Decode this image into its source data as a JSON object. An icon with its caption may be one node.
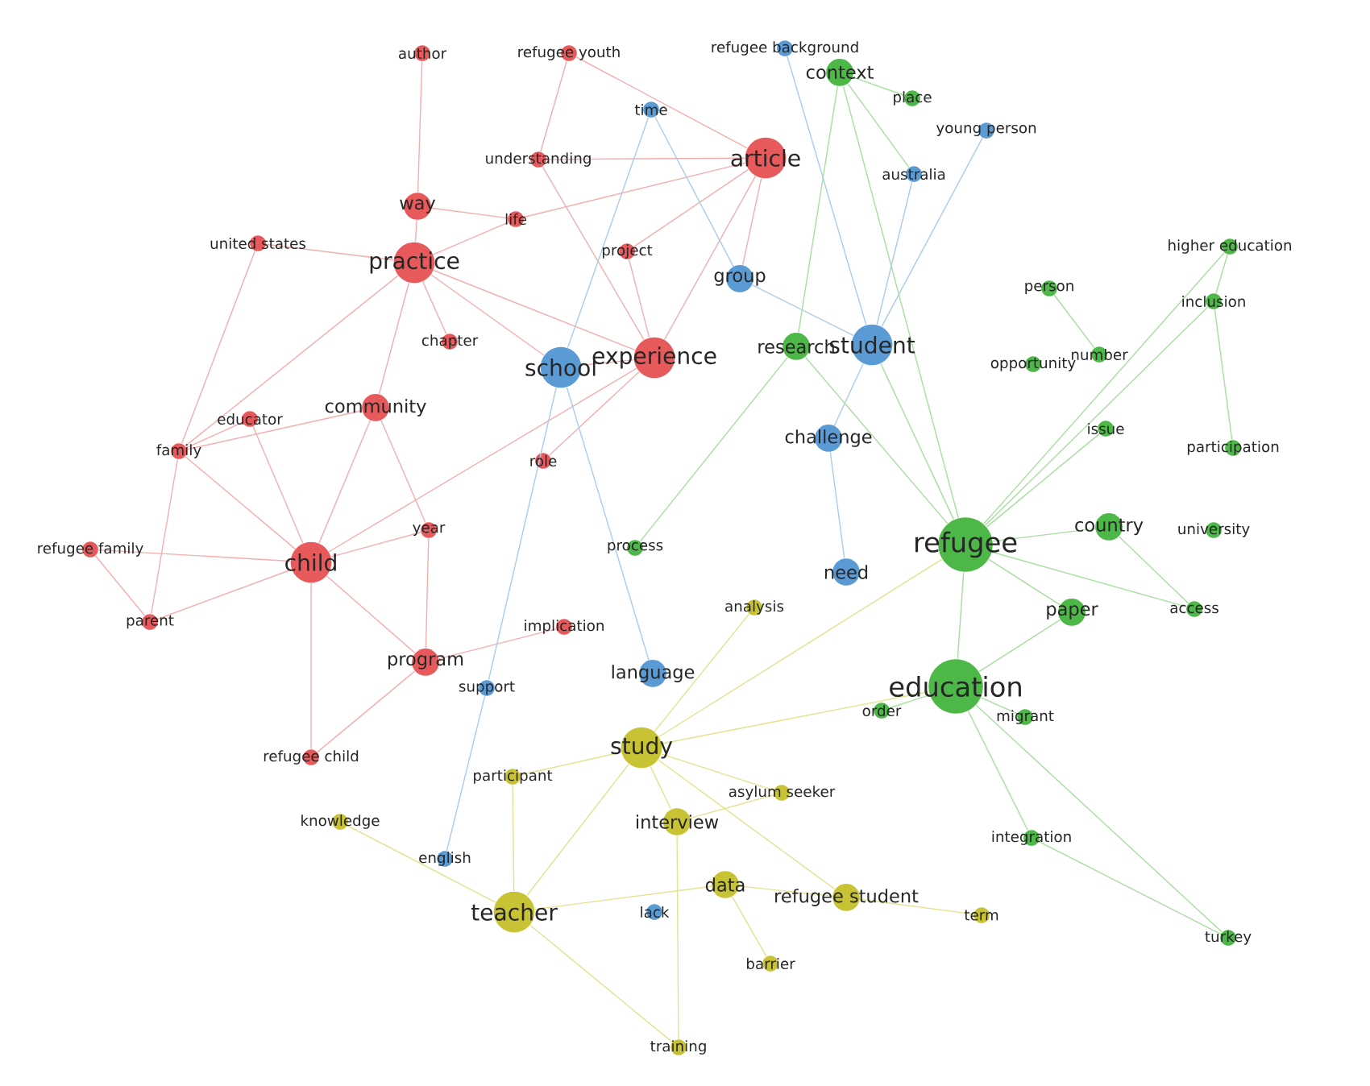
{
  "diagram": {
    "nodes": [
      {
        "text": [
          "author"
        ]
      },
      {
        "text": [
          "refugee youth"
        ]
      },
      {
        "text": [
          "refugee background"
        ]
      },
      {
        "text": [
          "context"
        ]
      },
      {
        "text": [
          "place"
        ]
      },
      {
        "text": [
          "time"
        ]
      },
      {
        "text": [
          "young person"
        ]
      },
      {
        "text": [
          "understanding"
        ]
      },
      {
        "text": [
          "article"
        ]
      },
      {
        "text": [
          "australia"
        ]
      },
      {
        "text": [
          "way"
        ]
      },
      {
        "text": [
          "life"
        ]
      },
      {
        "text": [
          "united states"
        ]
      },
      {
        "text": [
          "project"
        ]
      },
      {
        "text": [
          "higher education"
        ]
      },
      {
        "text": [
          "practice"
        ]
      },
      {
        "text": [
          "group"
        ]
      },
      {
        "text": [
          "person"
        ]
      },
      {
        "text": [
          "inclusion"
        ]
      },
      {
        "text": [
          "chapter"
        ]
      },
      {
        "text": [
          "research"
        ]
      },
      {
        "text": [
          "student"
        ]
      },
      {
        "text": [
          "number"
        ]
      },
      {
        "text": [
          "opportunity"
        ]
      },
      {
        "text": [
          "school"
        ]
      },
      {
        "text": [
          "experience"
        ]
      },
      {
        "text": [
          "community"
        ]
      },
      {
        "text": [
          "educator"
        ]
      },
      {
        "text": [
          "issue"
        ]
      },
      {
        "text": [
          "challenge"
        ]
      },
      {
        "text": [
          "participation"
        ]
      },
      {
        "text": [
          "family"
        ]
      },
      {
        "text": [
          "role"
        ]
      },
      {
        "text": [
          "year"
        ]
      },
      {
        "text": [
          "country"
        ]
      },
      {
        "text": [
          "university"
        ]
      },
      {
        "text": [
          "refugee family"
        ]
      },
      {
        "text": [
          "process"
        ]
      },
      {
        "text": [
          "refugee"
        ]
      },
      {
        "text": [
          "child"
        ]
      },
      {
        "text": [
          "need"
        ]
      },
      {
        "text": [
          "paper"
        ]
      },
      {
        "text": [
          "analysis"
        ]
      },
      {
        "text": [
          "access"
        ]
      },
      {
        "text": [
          "parent"
        ]
      },
      {
        "text": [
          "implication"
        ]
      },
      {
        "text": [
          "program"
        ]
      },
      {
        "text": [
          "language"
        ]
      },
      {
        "text": [
          "support"
        ]
      },
      {
        "text": [
          "education"
        ]
      },
      {
        "text": [
          "order"
        ]
      },
      {
        "text": [
          "migrant"
        ]
      },
      {
        "text": [
          "study"
        ]
      },
      {
        "text": [
          "refugee child"
        ]
      },
      {
        "text": [
          "participant"
        ]
      },
      {
        "text": [
          "asylum seeker"
        ]
      },
      {
        "text": [
          "knowledge"
        ]
      },
      {
        "text": [
          "interview"
        ]
      },
      {
        "text": [
          "integration"
        ]
      },
      {
        "text": [
          "english"
        ]
      },
      {
        "text": [
          "data"
        ]
      },
      {
        "text": [
          "refugee student"
        ]
      },
      {
        "text": [
          "teacher"
        ]
      },
      {
        "text": [
          "lack"
        ]
      },
      {
        "text": [
          "term"
        ]
      },
      {
        "text": [
          "turkey"
        ]
      },
      {
        "text": [
          "barrier"
        ]
      },
      {
        "text": [
          "training"
        ]
      }
    ],
    "edges": [
      {
        "from": 15,
        "to": 25,
        "arrow": "none",
        "color": "#f4aeae"
      },
      {
        "from": 15,
        "to": 10,
        "arrow": "none",
        "color": "#f4aeae"
      },
      {
        "from": 15,
        "to": 26,
        "arrow": "none",
        "color": "#f4aeae"
      },
      {
        "from": 15,
        "to": 31,
        "arrow": "none",
        "color": "#f4aeae"
      },
      {
        "from": 15,
        "to": 12,
        "arrow": "none",
        "color": "#f4aeae"
      },
      {
        "from": 15,
        "to": 11,
        "arrow": "none",
        "color": "#f4aeae"
      },
      {
        "from": 15,
        "to": 19,
        "arrow": "none",
        "color": "#f4aeae"
      },
      {
        "from": 15,
        "to": 24,
        "arrow": "none",
        "color": "#f4aeae"
      },
      {
        "from": 39,
        "to": 31,
        "arrow": "none",
        "color": "#f4aeae"
      },
      {
        "from": 39,
        "to": 44,
        "arrow": "none",
        "color": "#f4aeae"
      },
      {
        "from": 39,
        "to": 36,
        "arrow": "none",
        "color": "#f4aeae"
      },
      {
        "from": 39,
        "to": 53,
        "arrow": "none",
        "color": "#f4aeae"
      },
      {
        "from": 39,
        "to": 26,
        "arrow": "none",
        "color": "#f4aeae"
      },
      {
        "from": 39,
        "to": 46,
        "arrow": "none",
        "color": "#f4aeae"
      },
      {
        "from": 39,
        "to": 33,
        "arrow": "none",
        "color": "#f4aeae"
      },
      {
        "from": 39,
        "to": 25,
        "arrow": "none",
        "color": "#f4aeae"
      },
      {
        "from": 39,
        "to": 27,
        "arrow": "none",
        "color": "#f4aeae"
      },
      {
        "from": 25,
        "to": 8,
        "arrow": "none",
        "color": "#f4aeae"
      },
      {
        "from": 25,
        "to": 24,
        "arrow": "none",
        "color": "#f4aeae"
      },
      {
        "from": 25,
        "to": 32,
        "arrow": "none",
        "color": "#f4aeae"
      },
      {
        "from": 25,
        "to": 13,
        "arrow": "none",
        "color": "#f4aeae"
      },
      {
        "from": 25,
        "to": 7,
        "arrow": "none",
        "color": "#f4aeae"
      },
      {
        "from": 8,
        "to": 1,
        "arrow": "none",
        "color": "#f4aeae"
      },
      {
        "from": 8,
        "to": 7,
        "arrow": "none",
        "color": "#f4aeae"
      },
      {
        "from": 8,
        "to": 11,
        "arrow": "none",
        "color": "#f4aeae"
      },
      {
        "from": 8,
        "to": 16,
        "arrow": "none",
        "color": "#f4aeae"
      },
      {
        "from": 8,
        "to": 13,
        "arrow": "none",
        "color": "#f4aeae"
      },
      {
        "from": 26,
        "to": 31,
        "arrow": "none",
        "color": "#f4aeae"
      },
      {
        "from": 26,
        "to": 33,
        "arrow": "none",
        "color": "#f4aeae"
      },
      {
        "from": 46,
        "to": 53,
        "arrow": "none",
        "color": "#f4aeae"
      },
      {
        "from": 46,
        "to": 33,
        "arrow": "none",
        "color": "#f4aeae"
      },
      {
        "from": 46,
        "to": 45,
        "arrow": "none",
        "color": "#f4aeae"
      },
      {
        "from": 44,
        "to": 31,
        "arrow": "none",
        "color": "#f4aeae"
      },
      {
        "from": 44,
        "to": 36,
        "arrow": "none",
        "color": "#f4aeae"
      },
      {
        "from": 10,
        "to": 0,
        "arrow": "none",
        "color": "#f4aeae"
      },
      {
        "from": 10,
        "to": 11,
        "arrow": "none",
        "color": "#f4aeae"
      },
      {
        "from": 1,
        "to": 7,
        "arrow": "none",
        "color": "#f4aeae"
      },
      {
        "from": 12,
        "to": 31,
        "arrow": "none",
        "color": "#f4aeae"
      },
      {
        "from": 27,
        "to": 31,
        "arrow": "none",
        "color": "#f4aeae"
      },
      {
        "from": 21,
        "to": 16,
        "arrow": "none",
        "color": "#abcbec"
      },
      {
        "from": 21,
        "to": 29,
        "arrow": "none",
        "color": "#abcbec"
      },
      {
        "from": 21,
        "to": 2,
        "arrow": "none",
        "color": "#abcbec"
      },
      {
        "from": 21,
        "to": 9,
        "arrow": "none",
        "color": "#abcbec"
      },
      {
        "from": 21,
        "to": 6,
        "arrow": "none",
        "color": "#abcbec"
      },
      {
        "from": 24,
        "to": 47,
        "arrow": "none",
        "color": "#abcbec"
      },
      {
        "from": 24,
        "to": 48,
        "arrow": "none",
        "color": "#abcbec"
      },
      {
        "from": 24,
        "to": 5,
        "arrow": "none",
        "color": "#abcbec"
      },
      {
        "from": 16,
        "to": 5,
        "arrow": "none",
        "color": "#abcbec"
      },
      {
        "from": 40,
        "to": 29,
        "arrow": "none",
        "color": "#abcbec"
      },
      {
        "from": 48,
        "to": 59,
        "arrow": "none",
        "color": "#abcbec"
      },
      {
        "from": 38,
        "to": 49,
        "arrow": "none",
        "color": "#a8dea0"
      },
      {
        "from": 38,
        "to": 21,
        "arrow": "none",
        "color": "#a8dea0"
      },
      {
        "from": 38,
        "to": 34,
        "arrow": "none",
        "color": "#a8dea0"
      },
      {
        "from": 38,
        "to": 41,
        "arrow": "none",
        "color": "#a8dea0"
      },
      {
        "from": 38,
        "to": 28,
        "arrow": "none",
        "color": "#a8dea0"
      },
      {
        "from": 38,
        "to": 20,
        "arrow": "none",
        "color": "#a8dea0"
      },
      {
        "from": 38,
        "to": 3,
        "arrow": "none",
        "color": "#a8dea0"
      },
      {
        "from": 38,
        "to": 14,
        "arrow": "none",
        "color": "#a8dea0"
      },
      {
        "from": 38,
        "to": 18,
        "arrow": "none",
        "color": "#a8dea0"
      },
      {
        "from": 38,
        "to": 43,
        "arrow": "none",
        "color": "#a8dea0"
      },
      {
        "from": 49,
        "to": 58,
        "arrow": "none",
        "color": "#a8dea0"
      },
      {
        "from": 49,
        "to": 51,
        "arrow": "none",
        "color": "#a8dea0"
      },
      {
        "from": 49,
        "to": 65,
        "arrow": "none",
        "color": "#a8dea0"
      },
      {
        "from": 49,
        "to": 41,
        "arrow": "none",
        "color": "#a8dea0"
      },
      {
        "from": 49,
        "to": 50,
        "arrow": "none",
        "color": "#a8dea0"
      },
      {
        "from": 3,
        "to": 4,
        "arrow": "none",
        "color": "#a8dea0"
      },
      {
        "from": 3,
        "to": 20,
        "arrow": "none",
        "color": "#a8dea0"
      },
      {
        "from": 3,
        "to": 9,
        "arrow": "none",
        "color": "#a8dea0"
      },
      {
        "from": 14,
        "to": 18,
        "arrow": "none",
        "color": "#a8dea0"
      },
      {
        "from": 18,
        "to": 30,
        "arrow": "none",
        "color": "#a8dea0"
      },
      {
        "from": 22,
        "to": 17,
        "arrow": "none",
        "color": "#a8dea0"
      },
      {
        "from": 34,
        "to": 43,
        "arrow": "none",
        "color": "#a8dea0"
      },
      {
        "from": 58,
        "to": 65,
        "arrow": "none",
        "color": "#a8dea0"
      },
      {
        "from": 37,
        "to": 20,
        "arrow": "none",
        "color": "#a8dea0"
      },
      {
        "from": 52,
        "to": 62,
        "arrow": "none",
        "color": "#e4e18f"
      },
      {
        "from": 52,
        "to": 57,
        "arrow": "none",
        "color": "#e4e18f"
      },
      {
        "from": 52,
        "to": 61,
        "arrow": "none",
        "color": "#e4e18f"
      },
      {
        "from": 52,
        "to": 54,
        "arrow": "none",
        "color": "#e4e18f"
      },
      {
        "from": 52,
        "to": 42,
        "arrow": "none",
        "color": "#e4e18f"
      },
      {
        "from": 52,
        "to": 55,
        "arrow": "none",
        "color": "#e4e18f"
      },
      {
        "from": 62,
        "to": 67,
        "arrow": "none",
        "color": "#e4e18f"
      },
      {
        "from": 62,
        "to": 56,
        "arrow": "none",
        "color": "#e4e18f"
      },
      {
        "from": 62,
        "to": 54,
        "arrow": "none",
        "color": "#e4e18f"
      },
      {
        "from": 60,
        "to": 66,
        "arrow": "none",
        "color": "#e4e18f"
      },
      {
        "from": 60,
        "to": 61,
        "arrow": "none",
        "color": "#e4e18f"
      },
      {
        "from": 57,
        "to": 67,
        "arrow": "none",
        "color": "#e4e18f"
      },
      {
        "from": 61,
        "to": 64,
        "arrow": "none",
        "color": "#e4e18f"
      },
      {
        "from": 57,
        "to": 55,
        "arrow": "none",
        "color": "#e4e18f"
      },
      {
        "from": 62,
        "to": 60,
        "arrow": "none",
        "color": "#e4e18f"
      },
      {
        "from": 52,
        "to": 49,
        "arrow": "none",
        "color": "#e4e18f"
      },
      {
        "from": 52,
        "to": 38,
        "arrow": "none",
        "color": "#e4e18f"
      }
    ]
  }
}
